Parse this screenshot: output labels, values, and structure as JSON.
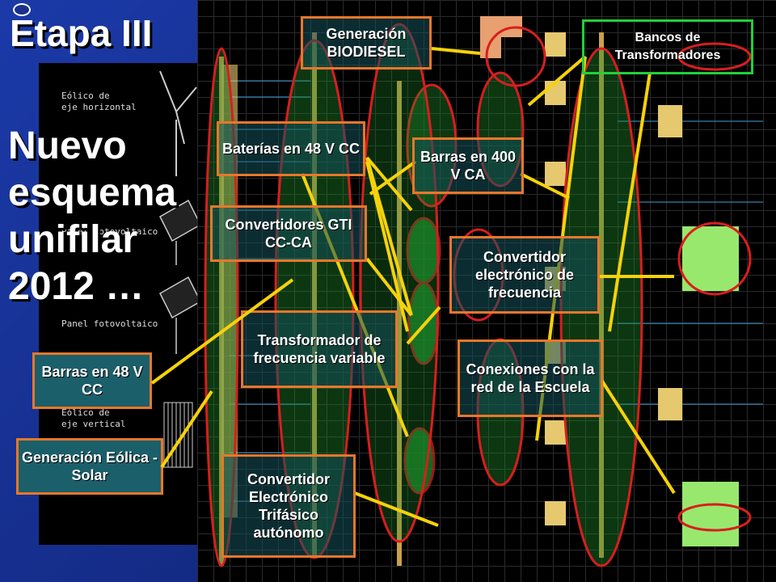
{
  "title": {
    "line1": "Etapa III",
    "line2": "Nuevo",
    "line3": "esquema",
    "line4": "unifilar",
    "line5": "2012 …"
  },
  "panel_labels": {
    "eolico_h1": "Eólico de",
    "eolico_h2": "eje horizontal",
    "panel1": "Panel fotovoltaico",
    "panel2": "Panel fotovoltaico",
    "eolico_v1": "Eólico de",
    "eolico_v2": "eje vertical"
  },
  "labels": {
    "gen_biodiesel": "Generación BIODIESEL",
    "bancos": "Bancos de Transformadores",
    "baterias": "Baterías en 48 V CC",
    "barras400": "Barras en 400 V CA",
    "convertidores_gti": "Convertidores GTI CC-CA",
    "conv_frecuencia": "Convertidor electrónico de frecuencia",
    "transformador": "Transformador de frecuencia variable",
    "conexiones": "Conexiones con la red de la Escuela",
    "barras48": "Barras en 48 V CC",
    "gen_eolica": "Generación Eólica - Solar",
    "conv_trifasico": "Convertidor Electrónico Trifásico autónomo"
  },
  "colors": {
    "background": "#1b2f8f",
    "label_border": "#e8772a",
    "arrow": "#f5d20a",
    "ellipse": "#d81e1e",
    "highlight_green": "#22d03a"
  }
}
